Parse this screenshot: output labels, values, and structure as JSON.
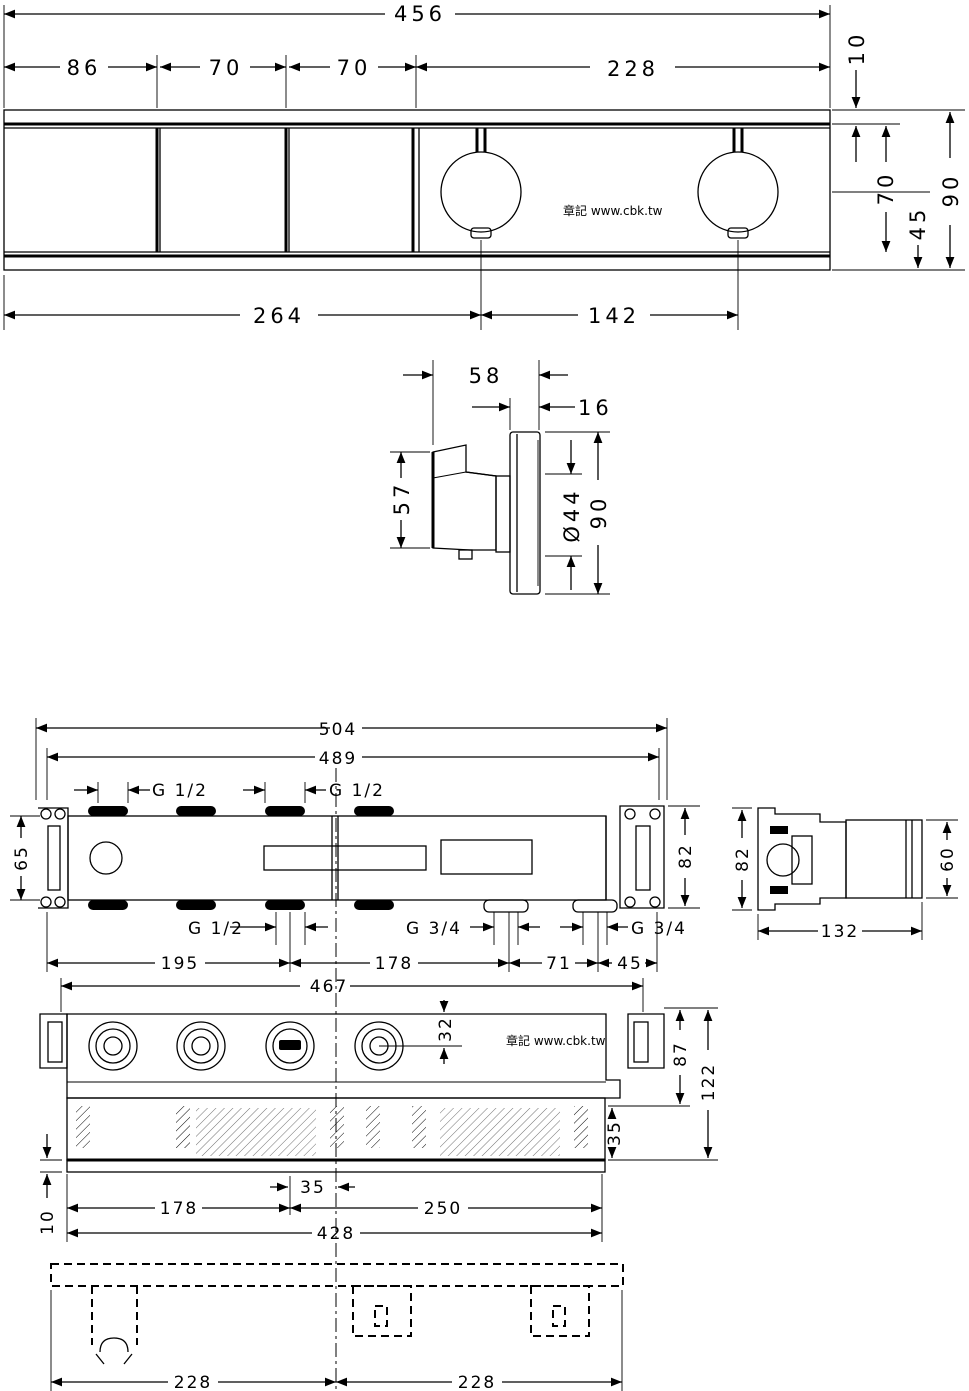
{
  "watermark": "章記 www.cbk.tw",
  "front_view": {
    "overall_width": "456",
    "segment_1": "86",
    "segment_2": "70",
    "segment_3": "70",
    "segment_4": "228",
    "top_offset": "10",
    "inner_height": "70",
    "overall_height": "90",
    "knob_height": "45",
    "knob_left_offset": "264",
    "knob_spacing": "142"
  },
  "side_view": {
    "depth": "58",
    "plate_depth": "16",
    "body_height": "57",
    "knob_diameter": "Ø44",
    "plate_height": "90"
  },
  "box_top_view": {
    "overall_width": "504",
    "inner_width": "489",
    "thread_top_left": "G 1/2",
    "thread_top_right": "G 1/2",
    "thread_bottom_left": "G 1/2",
    "thread_bottom_right": "G 3/4",
    "thread_far_right": "G 3/4",
    "left_height": "65",
    "right_height": "82",
    "dist_1": "195",
    "dist_2": "178",
    "dist_3": "71",
    "dist_4": "45"
  },
  "box_side_view": {
    "height": "82",
    "inner_height": "60",
    "depth": "132"
  },
  "box_front_view": {
    "overall_width": "467",
    "port_height": "32",
    "height_87": "87",
    "height_122": "122",
    "tile_depth": "35",
    "bottom_offset": "10",
    "offset_35": "35",
    "dist_178": "178",
    "dist_250": "250",
    "total_428": "428"
  },
  "install_view": {
    "left_half": "228",
    "right_half": "228"
  }
}
